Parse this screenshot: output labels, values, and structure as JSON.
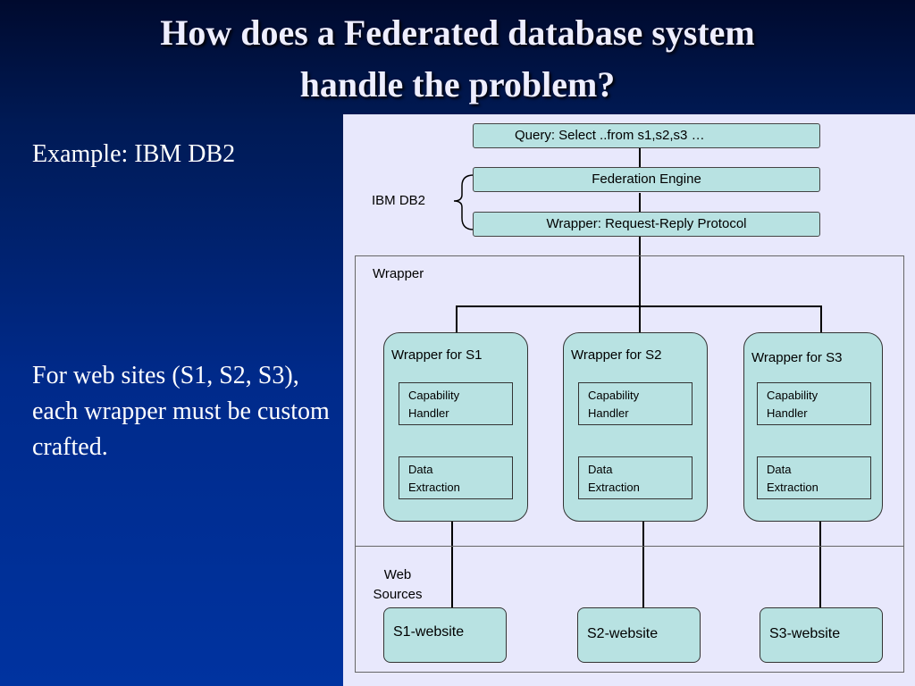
{
  "title": {
    "line1": "How does a Federated database system",
    "line2": "handle the problem?"
  },
  "bullets": [
    "Example:  IBM DB2",
    "For web sites (S1, S2, S3), each wrapper must be custom crafted."
  ],
  "diagram": {
    "query_box": "Query: Select ..from s1,s2,s3           …",
    "federation_engine": "Federation Engine",
    "wrapper_protocol": "Wrapper: Request-Reply Protocol",
    "ibm_db2_label": "IBM DB2",
    "wrapper_region_label": "Wrapper",
    "web_sources_label": [
      "Web",
      "Sources"
    ],
    "wrappers": [
      {
        "label": "Wrapper for S1",
        "capability": [
          "Capability",
          "Handler"
        ],
        "extraction": [
          "Data",
          "Extraction"
        ]
      },
      {
        "label": "Wrapper for S2",
        "capability": [
          "Capability",
          "Handler"
        ],
        "extraction": [
          "Data",
          "Extraction"
        ]
      },
      {
        "label": "Wrapper for S3",
        "capability": [
          "Capability",
          "Handler"
        ],
        "extraction": [
          "Data",
          "Extraction"
        ]
      }
    ],
    "websites": [
      "S1-website",
      "S2-website",
      "S3-website"
    ]
  }
}
